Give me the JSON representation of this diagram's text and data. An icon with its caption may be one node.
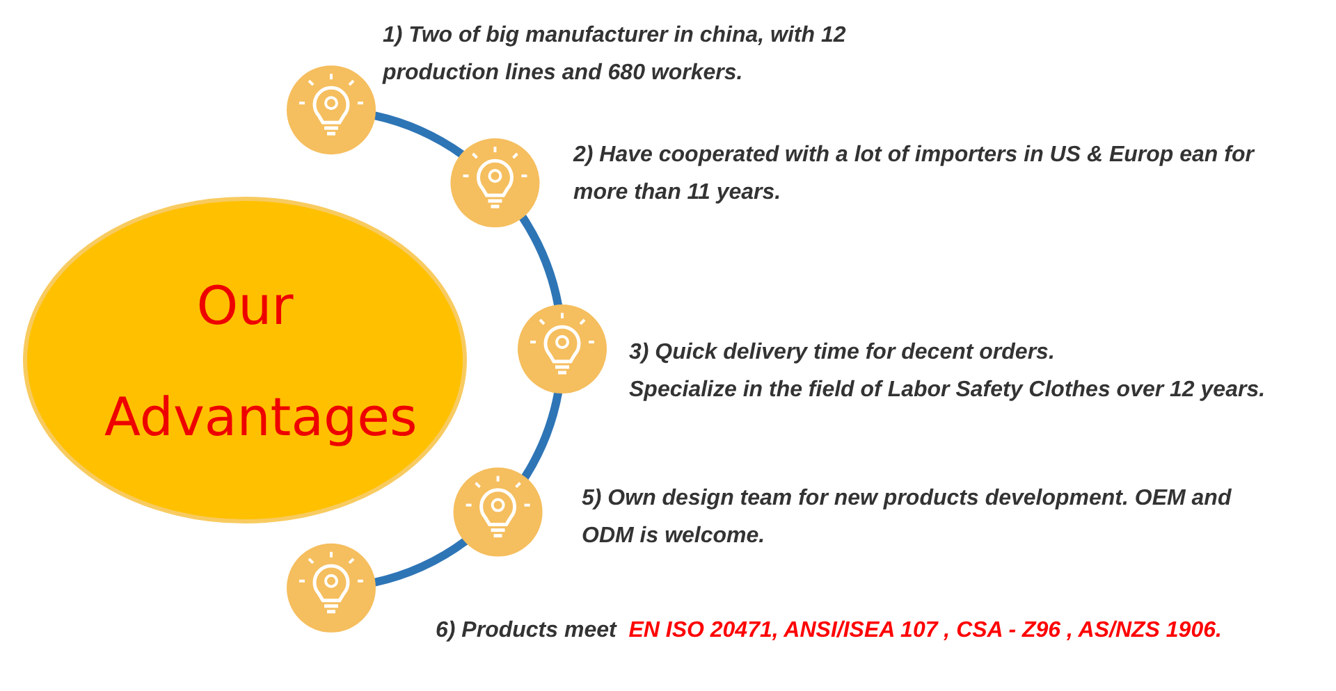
{
  "diagram": {
    "nodes": [
      {
        "text": [
          "Our Advantages"
        ]
      },
      {
        "text": [],
        "shape": "circle"
      },
      {
        "text": [],
        "shape": "circle"
      },
      {
        "text": [],
        "shape": "circle"
      },
      {
        "text": [],
        "shape": "circle"
      },
      {
        "text": [],
        "shape": "circle"
      }
    ],
    "edges": [
      {
        "from": 1,
        "to": 2,
        "arrow": "none"
      },
      {
        "from": 2,
        "to": 3,
        "arrow": "none"
      },
      {
        "from": 3,
        "to": 4,
        "arrow": "none"
      },
      {
        "from": 4,
        "to": 5,
        "arrow": "none"
      }
    ],
    "labels": [
      "1) Two of big manufacturer in china, with 12 production lines and 680 workers.",
      "2) Have cooperated with a lot of importers in US & Europ ean for more than 11 years.",
      "3)   Quick delivery time for decent orders.",
      "Specialize in the field of Labor Safety Clothes over 12 years.",
      "5) Own design team for new products development. OEM and ODM is welcome.",
      "6) Products meet",
      "EN ISO 20471, ANSI/ISEA 107 , CSA - Z96 , AS/NZS 1906."
    ]
  }
}
